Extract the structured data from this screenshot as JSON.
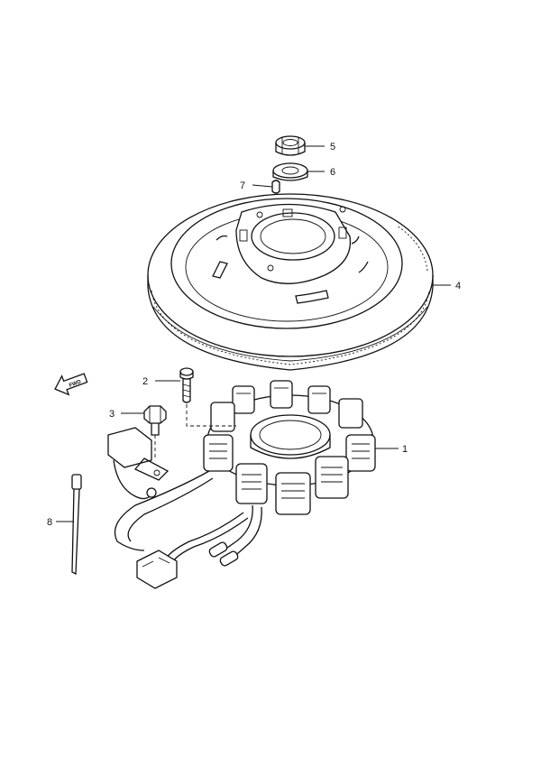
{
  "callouts": [
    {
      "id": "1",
      "label": "1"
    },
    {
      "id": "2",
      "label": "2"
    },
    {
      "id": "3",
      "label": "3"
    },
    {
      "id": "4",
      "label": "4"
    },
    {
      "id": "5",
      "label": "5"
    },
    {
      "id": "6",
      "label": "6"
    },
    {
      "id": "7",
      "label": "7"
    },
    {
      "id": "8",
      "label": "8"
    }
  ],
  "fwd_arrow": {
    "label": "FWD"
  }
}
